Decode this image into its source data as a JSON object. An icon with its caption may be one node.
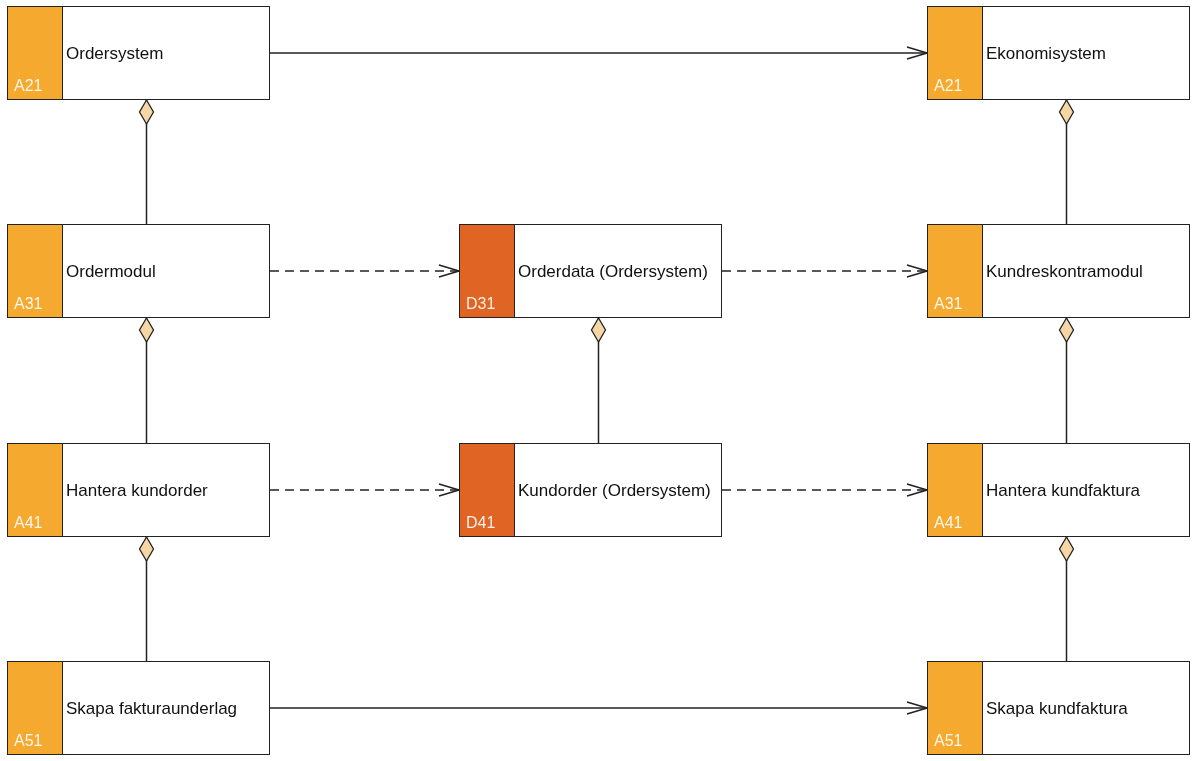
{
  "diagram": {
    "nodes": [
      {
        "text": [
          "Ordersystem",
          "A21"
        ]
      },
      {
        "text": [
          "Ekonomisystem",
          "A21"
        ]
      },
      {
        "text": [
          "Ordermodul",
          "A31"
        ]
      },
      {
        "text": [
          "Orderdata (Ordersystem)",
          "D31"
        ]
      },
      {
        "text": [
          "Kundreskontramodul",
          "A31"
        ]
      },
      {
        "text": [
          "Hantera kundorder",
          "A41"
        ]
      },
      {
        "text": [
          "Kundorder (Ordersystem)",
          "D41"
        ]
      },
      {
        "text": [
          "Hantera kundfaktura",
          "A41"
        ]
      },
      {
        "text": [
          "Skapa fakturaunderlag",
          "A51"
        ]
      },
      {
        "text": [
          "Skapa kundfaktura",
          "A51"
        ]
      }
    ],
    "edges": [
      {
        "from": 0,
        "to": 1,
        "arrow": "to"
      },
      {
        "from": 2,
        "to": 0,
        "arrow": "other"
      },
      {
        "from": 2,
        "to": 3,
        "arrow": "to",
        "style": "dashed"
      },
      {
        "from": 3,
        "to": 4,
        "arrow": "to",
        "style": "dashed"
      },
      {
        "from": 4,
        "to": 1,
        "arrow": "other"
      },
      {
        "from": 5,
        "to": 2,
        "arrow": "other"
      },
      {
        "from": 6,
        "to": 3,
        "arrow": "other"
      },
      {
        "from": 7,
        "to": 4,
        "arrow": "other"
      },
      {
        "from": 5,
        "to": 6,
        "arrow": "to",
        "style": "dashed"
      },
      {
        "from": 6,
        "to": 7,
        "arrow": "to",
        "style": "dashed"
      },
      {
        "from": 8,
        "to": 5,
        "arrow": "other"
      },
      {
        "from": 9,
        "to": 7,
        "arrow": "other"
      },
      {
        "from": 8,
        "to": 9,
        "arrow": "to"
      }
    ]
  }
}
